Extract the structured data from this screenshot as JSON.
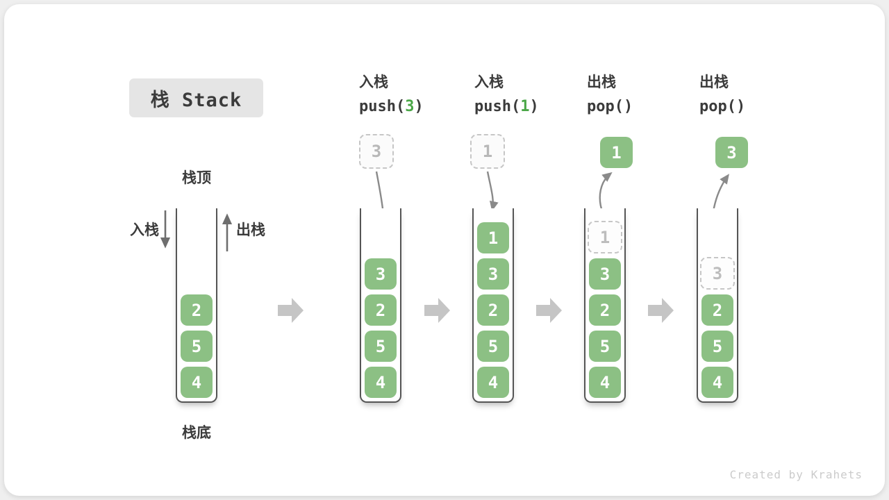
{
  "title": "栈 Stack",
  "credit": "Created by Krahets",
  "legend": {
    "stack_top": "栈顶",
    "stack_bottom": "栈底",
    "push": "入栈",
    "pop": "出栈"
  },
  "operations": [
    {
      "zh": "入栈",
      "code_pre": "push(",
      "arg": "3",
      "code_post": ")"
    },
    {
      "zh": "入栈",
      "code_pre": "push(",
      "arg": "1",
      "code_post": ")"
    },
    {
      "zh": "出栈",
      "code_pre": "pop(",
      "arg": "",
      "code_post": ")"
    },
    {
      "zh": "出栈",
      "code_pre": "pop(",
      "arg": "",
      "code_post": ")"
    }
  ],
  "stacks": [
    {
      "cells": [
        "2",
        "5",
        "4"
      ]
    },
    {
      "incoming": "3",
      "cells": [
        "3",
        "2",
        "5",
        "4"
      ]
    },
    {
      "incoming": "1",
      "cells": [
        "1",
        "3",
        "2",
        "5",
        "4"
      ]
    },
    {
      "outgoing": "1",
      "ghost": "1",
      "cells": [
        "3",
        "2",
        "5",
        "4"
      ]
    },
    {
      "outgoing": "3",
      "ghost": "3",
      "cells": [
        "2",
        "5",
        "4"
      ]
    }
  ],
  "colors": {
    "cell_green": "#8cc084",
    "code_arg_green": "#4ba748",
    "curve_arrow_gray": "#8a8a8a",
    "straight_arrow_gray": "#6e6e6e",
    "flow_arrow_gray": "#c5c5c5",
    "text_dark": "#3b3b3b",
    "ghost_gray": "#b8b8b8",
    "title_box_bg": "#e5e5e5"
  }
}
